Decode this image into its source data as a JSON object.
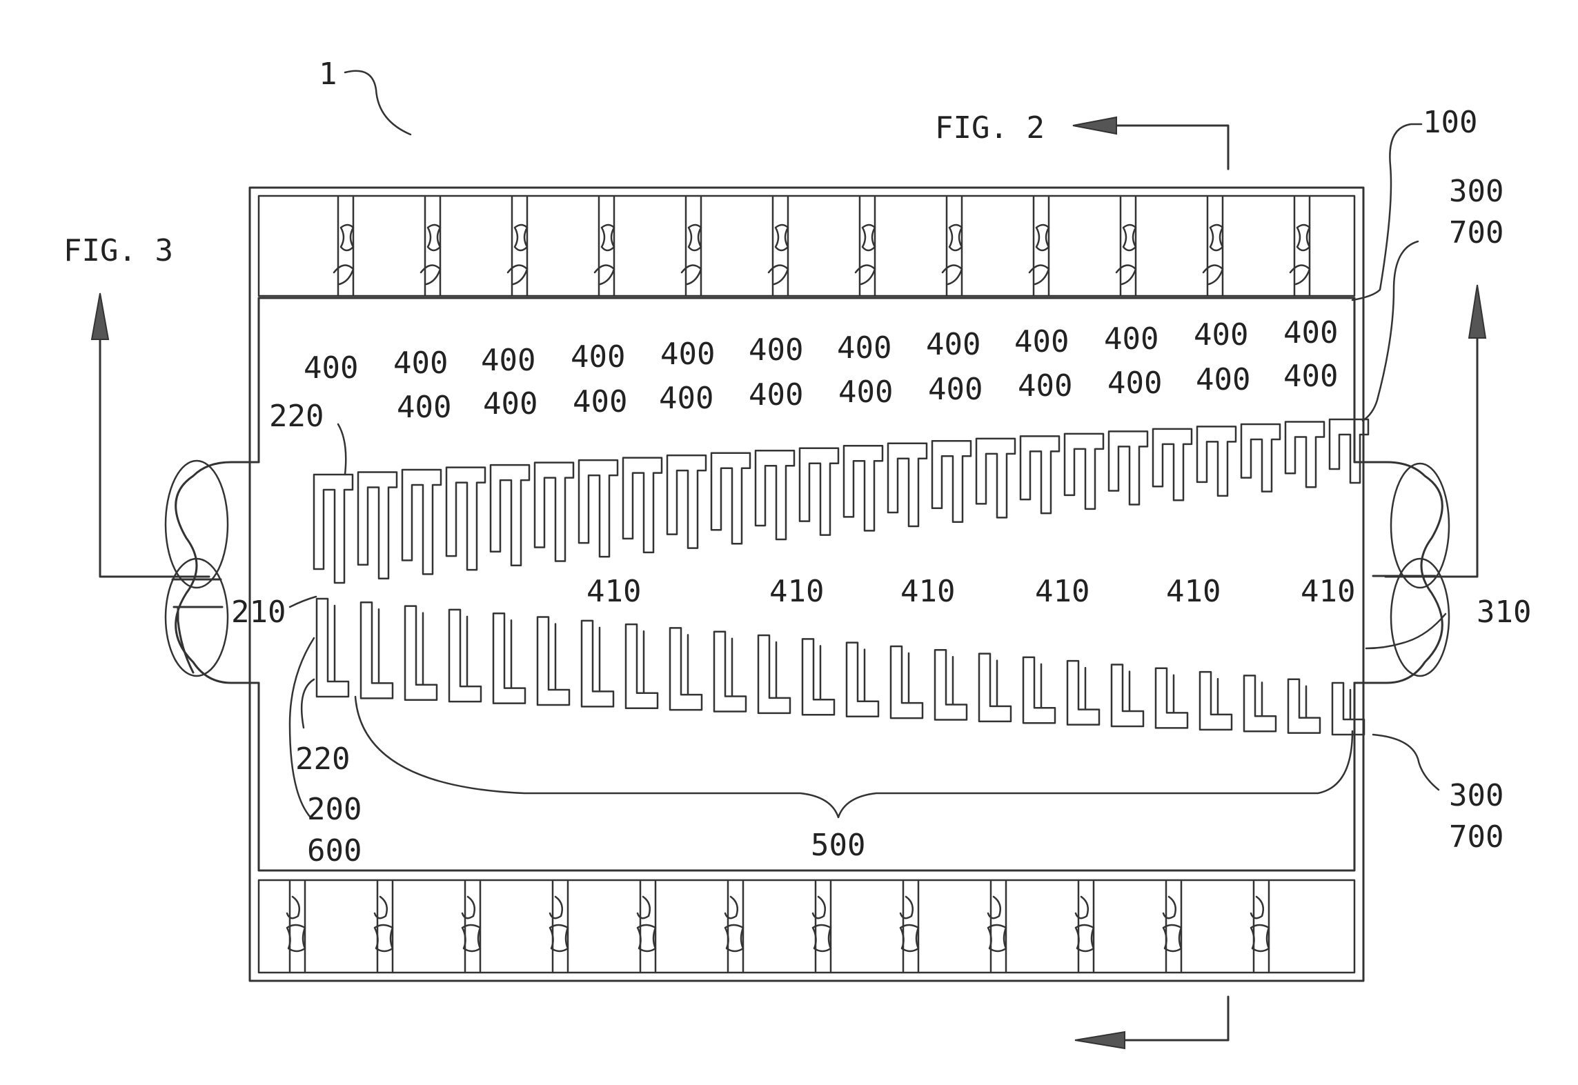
{
  "figure": {
    "ref_device": "1",
    "section_top": "FIG. 2",
    "section_left": "FIG. 3",
    "ref_housing": "100",
    "ref_outlet_top_a": "300",
    "ref_outlet_top_b": "700",
    "ref_outlet_bottom_a": "300",
    "ref_outlet_bottom_b": "700",
    "ref_outlet_chamber": "310",
    "ref_inlet_a": "200",
    "ref_inlet_b": "600",
    "ref_inlet_gap": "210",
    "ref_inlet_plate_top": "220",
    "ref_inlet_plate_bottom": "220",
    "ref_stack": "500",
    "plate_label": "400",
    "gap_label": "410"
  },
  "colors": {
    "line": "#333333",
    "arrow_fill": "#555555",
    "background": "#ffffff"
  }
}
